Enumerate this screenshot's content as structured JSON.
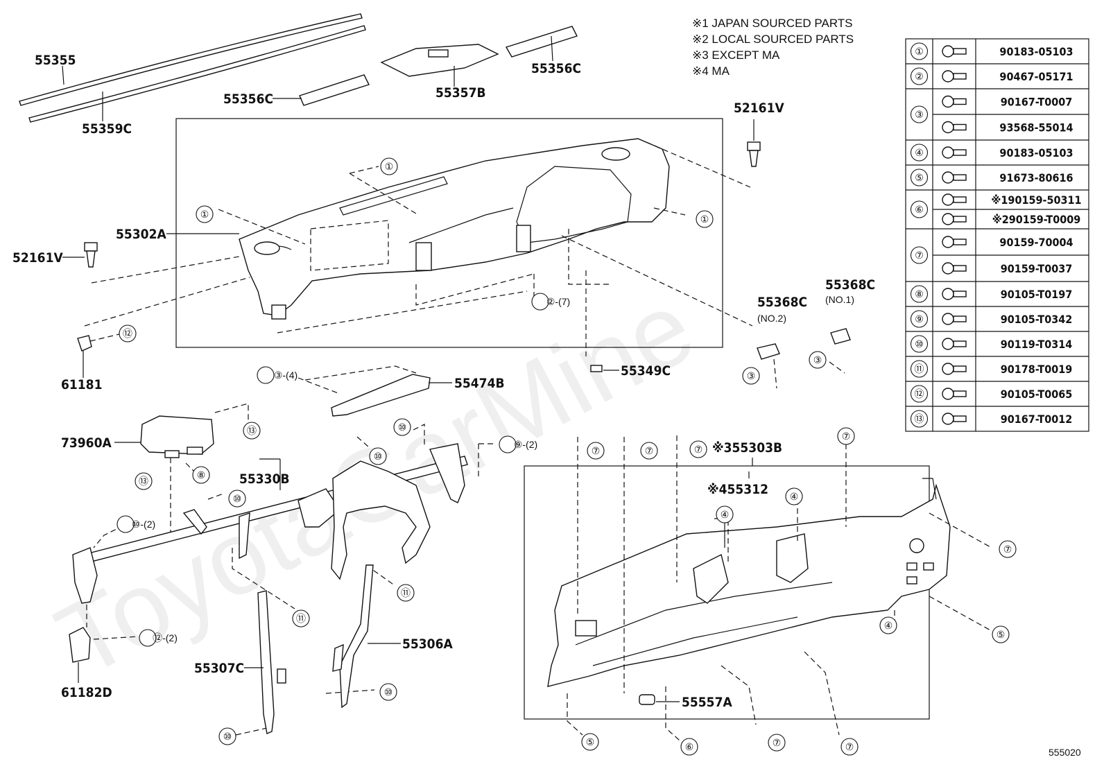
{
  "notes": [
    "※1  JAPAN SOURCED PARTS",
    "※2  LOCAL SOURCED PARTS",
    "※3  EXCEPT MA",
    "※4  MA"
  ],
  "parts": {
    "p55355": "55355",
    "p55359C": "55359C",
    "p55357B": "55357B",
    "p55356C_a": "55356C",
    "p55356C_b": "55356C",
    "p52161V_a": "52161V",
    "p52161V_b": "52161V",
    "p55302A": "55302A",
    "p61181": "61181",
    "p55368C_2": "55368C",
    "p55368C_2_sub": "(NO.2)",
    "p55368C_1": "55368C",
    "p55368C_1_sub": "(NO.1)",
    "p55349C": "55349C",
    "p55474B": "55474B",
    "p73960A": "73960A",
    "p55330B": "55330B",
    "p55303B": "※355303B",
    "p55312": "※455312",
    "p55306A": "55306A",
    "p55307C": "55307C",
    "p61182D": "61182D",
    "p55557A": "55557A",
    "fig": "555020"
  },
  "callouts": {
    "c1": "①",
    "c2": "②",
    "c3": "③",
    "c4": "④",
    "c5": "⑤",
    "c6": "⑥",
    "c7": "⑦",
    "c8": "⑧",
    "c9": "⑨",
    "c10": "⑩",
    "c11": "⑪",
    "c12": "⑫",
    "c13": "⑬",
    "c2_7": "②-(7)",
    "c3_4": "③-(4)",
    "c9_2": "⑨-(2)",
    "c10_2": "⑩-(2)",
    "c12_2": "⑫-(2)"
  },
  "fastener_table": [
    {
      "no": "①",
      "parts": [
        "90183-05103"
      ]
    },
    {
      "no": "②",
      "parts": [
        "90467-05171"
      ]
    },
    {
      "no": "③",
      "parts": [
        "90167-T0007",
        "93568-55014"
      ]
    },
    {
      "no": "④",
      "parts": [
        "90183-05103"
      ]
    },
    {
      "no": "⑤",
      "parts": [
        "91673-80616"
      ]
    },
    {
      "no": "⑥",
      "parts": [
        "※190159-50311",
        "※290159-T0009"
      ]
    },
    {
      "no": "⑦",
      "parts": [
        "90159-70004",
        "90159-T0037"
      ]
    },
    {
      "no": "⑧",
      "parts": [
        "90105-T0197"
      ]
    },
    {
      "no": "⑨",
      "parts": [
        "90105-T0342"
      ]
    },
    {
      "no": "⑩",
      "parts": [
        "90119-T0314"
      ]
    },
    {
      "no": "⑪",
      "parts": [
        "90178-T0019"
      ]
    },
    {
      "no": "⑫",
      "parts": [
        "90105-T0065"
      ]
    },
    {
      "no": "⑬",
      "parts": [
        "90167-T0012"
      ]
    }
  ],
  "watermark": "ToyotaCarMine"
}
